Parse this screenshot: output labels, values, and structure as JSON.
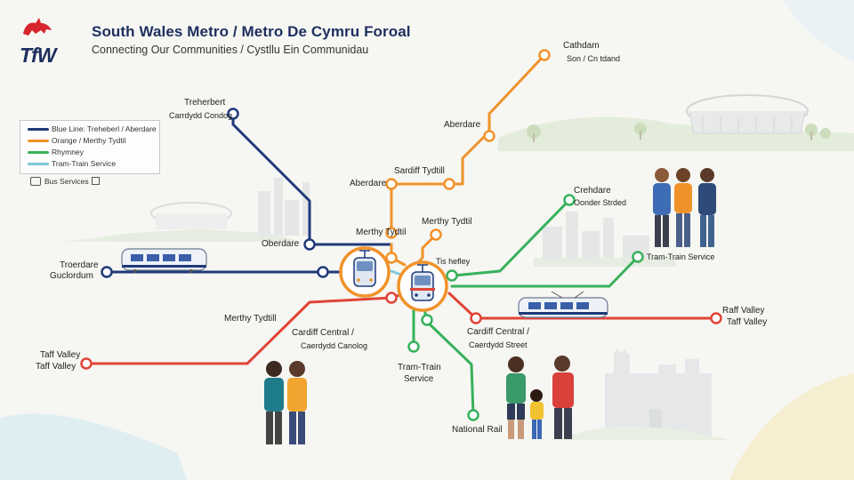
{
  "header": {
    "title": "South Wales Metro / Metro De Cymru Foroal",
    "subtitle": "Connecting Our Communities / Cystllu Ein Communidau",
    "logo_text": "TfW"
  },
  "legend": {
    "items": [
      {
        "label": "Blue Line: Treheberl / Aberdare",
        "color": "#1f3a7a"
      },
      {
        "label": "Orange / Merthy Tydtil",
        "color": "#f0922a"
      },
      {
        "label": "Rhymney",
        "color": "#36b25a"
      },
      {
        "label": "Tram-Train Service",
        "color": "#7fc7d8"
      }
    ],
    "bus_label": "Bus Services"
  },
  "stations": {
    "treherbert": {
      "name": "Treherbert",
      "alt": "Carrdydd Condog"
    },
    "aberdare_top": {
      "name": "Aberdare"
    },
    "cathedral": {
      "name": "Cathdam",
      "alt": "Son / Cn tdand"
    },
    "sardiff": {
      "name": "Sardiff Tydtill"
    },
    "aberdare_mid": {
      "name": "Aberdare"
    },
    "merthyr_mid": {
      "name": "Merthy Tydtil"
    },
    "merthyr_upper": {
      "name": "Merthy Tydtil"
    },
    "oberdare": {
      "name": "Oberdare"
    },
    "crehdare": {
      "name": "Crehdare",
      "alt": "Oonder Strded"
    },
    "tis_hefley": {
      "name": "Tis hefley"
    },
    "tram_train_right": {
      "name": "Tram-Train Service"
    },
    "troerdare": {
      "name": "Troerdare",
      "alt": "Guclordum"
    },
    "merthyr_left": {
      "name": "Merthy Tydtill"
    },
    "cardiff_central_left": {
      "name": "Cardiff Central /",
      "alt": "Caerdydd Canolog"
    },
    "cardiff_central_right": {
      "name": "Cardiff Central /",
      "alt": "Caerdydd Street"
    },
    "raff_valley": {
      "name": "Raff Valley",
      "alt": "Taff Valley"
    },
    "taff_valley": {
      "name": "Taff Valley",
      "alt": "Taff Valley"
    },
    "tram_train_bottom": {
      "name": "Tram-Train",
      "alt": "Service"
    },
    "national_rail": {
      "name": "National Rail"
    }
  },
  "colors": {
    "blue": "#1f3a7a",
    "orange": "#f0922a",
    "green": "#36b25a",
    "red": "#e04437",
    "teal": "#7fc7d8",
    "logo_red": "#d8262f",
    "logo_blue": "#1d2f5e"
  },
  "icons": [
    "welsh-dragon-icon",
    "bus-icon",
    "tram-icon",
    "train-icon",
    "stadium-illustration",
    "castle-illustration",
    "people-illustration"
  ]
}
